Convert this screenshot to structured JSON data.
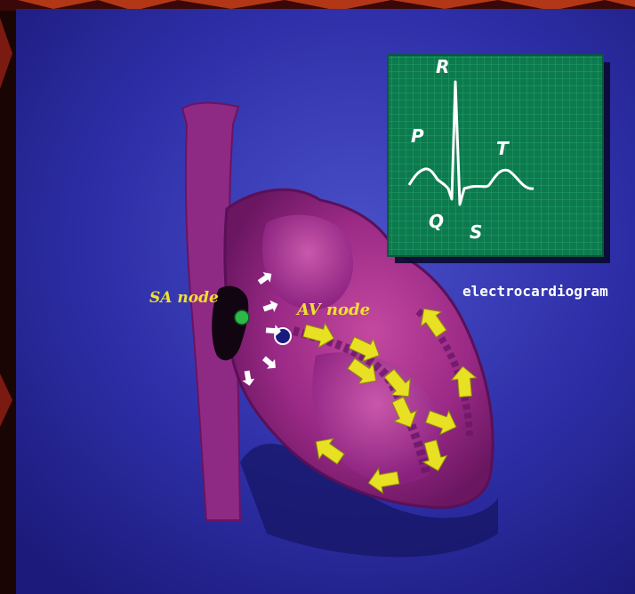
{
  "labels": {
    "sa_node": "SA node",
    "av_node": "AV node",
    "ecg_caption": "electrocardiogram"
  },
  "ecg_waves": {
    "p": "P",
    "q": "Q",
    "r": "R",
    "s": "S",
    "t": "T"
  },
  "colors": {
    "background": "#2a2a9a",
    "heart": "#8a1e78",
    "heart_inner": "#b8409a",
    "ecg_grid": "#0d7a4e",
    "arrow_yellow": "#e8e022",
    "sa_node": "#2fb84a",
    "av_node": "#1a1a80",
    "label": "#f0e030"
  }
}
